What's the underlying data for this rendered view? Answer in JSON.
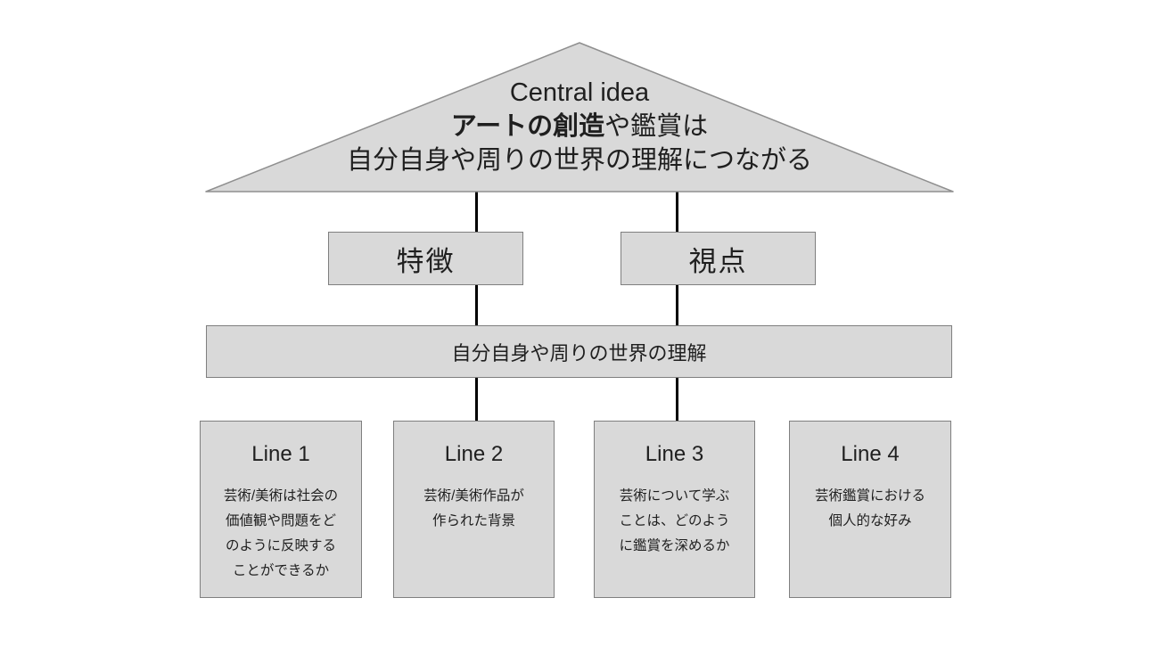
{
  "colors": {
    "background": "#ffffff",
    "box_fill": "#d9d9d9",
    "box_border": "#7f7f7f",
    "triangle_border": "#8f8f8f",
    "connector": "#000000",
    "text": "#1f1f1f"
  },
  "central": {
    "label": "Central idea",
    "statement_bold": "アートの創造",
    "statement_rest": "や鑑賞は",
    "statement_line2": "自分自身や周りの世界の理解につながる"
  },
  "branches": [
    {
      "label": "特徴"
    },
    {
      "label": "視点"
    }
  ],
  "summary_bar": {
    "label": "自分自身や周りの世界の理解"
  },
  "lines_of_inquiry": [
    {
      "title": "Line 1",
      "body": "芸術/美術は社会の\n価値観や問題をど\nのように反映する\nことができるか"
    },
    {
      "title": "Line 2",
      "body": "芸術/美術作品が\n作られた背景"
    },
    {
      "title": "Line 3",
      "body": "芸術について学ぶ\nことは、どのよう\nに鑑賞を深めるか"
    },
    {
      "title": "Line 4",
      "body": "芸術鑑賞における\n個人的な好み"
    }
  ]
}
